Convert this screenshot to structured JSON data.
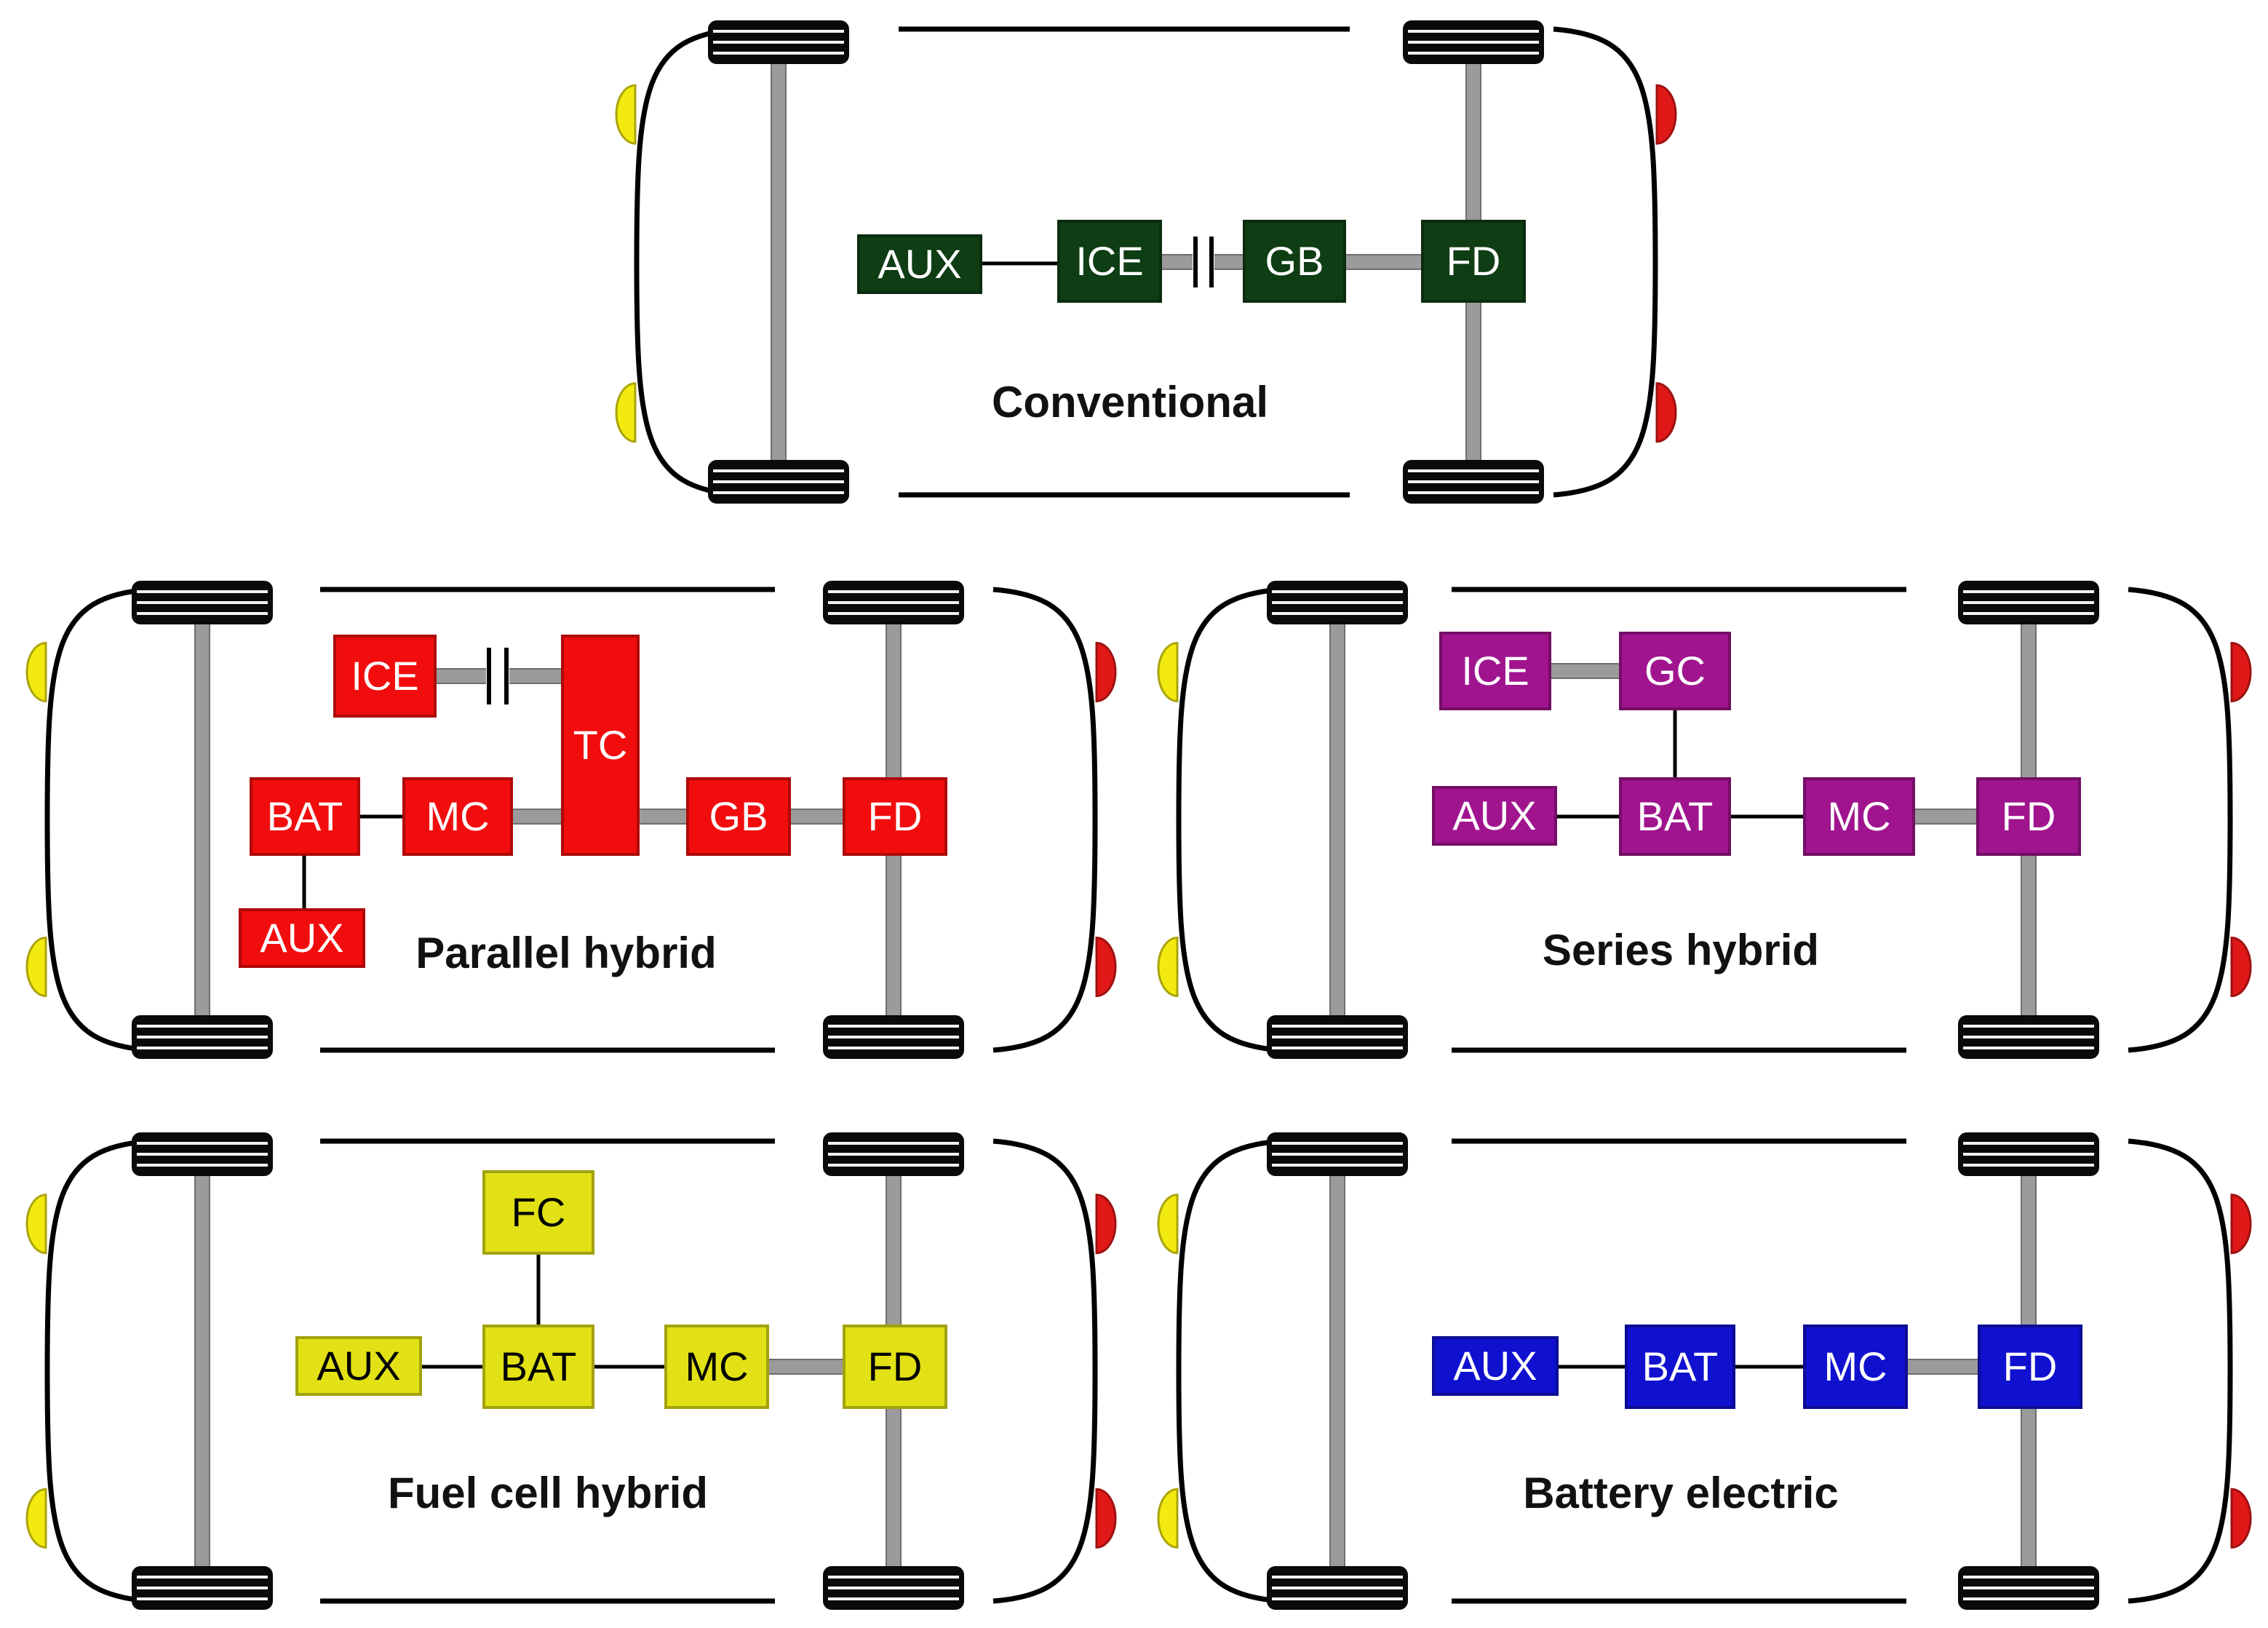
{
  "colors": {
    "conventional": "#0f3d14",
    "parallel": "#f10d0d",
    "series": "#a0148e",
    "fuelcell": "#e1e115",
    "battery": "#1010cf",
    "shaft": "#9b9b9b",
    "tire": "#0a0a0a",
    "headlight": "#f3ea10",
    "taillight": "#e01818",
    "line": "#000000"
  },
  "vehicles": [
    {
      "id": "conventional",
      "title": "Conventional",
      "color_key": "conventional",
      "components": [
        {
          "id": "aux",
          "label": "AUX",
          "text_color": "#ffffff"
        },
        {
          "id": "ice",
          "label": "ICE",
          "text_color": "#ffffff"
        },
        {
          "id": "gb",
          "label": "GB",
          "text_color": "#ffffff"
        },
        {
          "id": "fd",
          "label": "FD",
          "text_color": "#ffffff"
        }
      ]
    },
    {
      "id": "parallel",
      "title": "Parallel hybrid",
      "color_key": "parallel",
      "components": [
        {
          "id": "ice",
          "label": "ICE",
          "text_color": "#ffffff"
        },
        {
          "id": "tc",
          "label": "TC",
          "text_color": "#ffffff"
        },
        {
          "id": "bat",
          "label": "BAT",
          "text_color": "#ffffff"
        },
        {
          "id": "mc",
          "label": "MC",
          "text_color": "#ffffff"
        },
        {
          "id": "gb",
          "label": "GB",
          "text_color": "#ffffff"
        },
        {
          "id": "fd",
          "label": "FD",
          "text_color": "#ffffff"
        },
        {
          "id": "aux",
          "label": "AUX",
          "text_color": "#ffffff"
        }
      ]
    },
    {
      "id": "series",
      "title": "Series hybrid",
      "color_key": "series",
      "components": [
        {
          "id": "ice",
          "label": "ICE",
          "text_color": "#ffffff"
        },
        {
          "id": "gc",
          "label": "GC",
          "text_color": "#ffffff"
        },
        {
          "id": "aux",
          "label": "AUX",
          "text_color": "#ffffff"
        },
        {
          "id": "bat",
          "label": "BAT",
          "text_color": "#ffffff"
        },
        {
          "id": "mc",
          "label": "MC",
          "text_color": "#ffffff"
        },
        {
          "id": "fd",
          "label": "FD",
          "text_color": "#ffffff"
        }
      ]
    },
    {
      "id": "fuelcell",
      "title": "Fuel cell hybrid",
      "color_key": "fuelcell",
      "components": [
        {
          "id": "fc",
          "label": "FC",
          "text_color": "#000000"
        },
        {
          "id": "aux",
          "label": "AUX",
          "text_color": "#000000"
        },
        {
          "id": "bat",
          "label": "BAT",
          "text_color": "#000000"
        },
        {
          "id": "mc",
          "label": "MC",
          "text_color": "#000000"
        },
        {
          "id": "fd",
          "label": "FD",
          "text_color": "#000000"
        }
      ]
    },
    {
      "id": "battery",
      "title": "Battery electric",
      "color_key": "battery",
      "components": [
        {
          "id": "aux",
          "label": "AUX",
          "text_color": "#ffffff"
        },
        {
          "id": "bat",
          "label": "BAT",
          "text_color": "#ffffff"
        },
        {
          "id": "mc",
          "label": "MC",
          "text_color": "#ffffff"
        },
        {
          "id": "fd",
          "label": "FD",
          "text_color": "#ffffff"
        }
      ]
    }
  ]
}
